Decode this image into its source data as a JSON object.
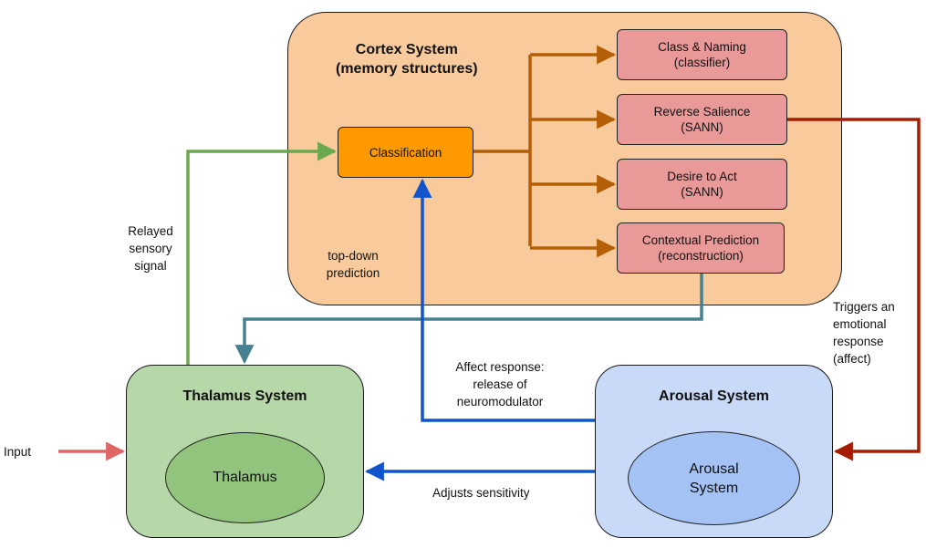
{
  "cortex": {
    "title_line1": "Cortex System",
    "title_line2": "(memory structures)",
    "classification": "Classification",
    "outputs": [
      {
        "line1": "Class & Naming",
        "line2": "(classifier)"
      },
      {
        "line1": "Reverse Salience",
        "line2": "(SANN)"
      },
      {
        "line1": "Desire to Act",
        "line2": "(SANN)"
      },
      {
        "line1": "Contextual Prediction",
        "line2": "(reconstruction)"
      }
    ],
    "topdown_line1": "top-down",
    "topdown_line2": "prediction"
  },
  "thalamus": {
    "title": "Thalamus System",
    "oval": "Thalamus"
  },
  "arousal": {
    "title": "Arousal System",
    "oval_line1": "Arousal",
    "oval_line2": "System"
  },
  "labels": {
    "input": "Input",
    "relayed": [
      "Relayed",
      "sensory",
      "signal"
    ],
    "triggers": [
      "Triggers an",
      "emotional",
      "response",
      "(affect)"
    ],
    "affect": [
      "Affect response:",
      "release of",
      "neuromodulator"
    ],
    "adjusts": "Adjusts sensitivity"
  },
  "colors": {
    "cortex_bg": "#f9cb9c",
    "thalamus_bg": "#b6d7a8",
    "arousal_bg": "#c9daf8",
    "classification_node": "#ff9900",
    "output_nodes": "#ea9999",
    "sensory_arrow": "#6aa84f",
    "cortex_arrows": "#b45f06",
    "prediction_arrow": "#45818e",
    "affect_arrows": "#1155cc",
    "trigger_arrow": "#a61c00",
    "input_arrow": "#e06666"
  }
}
